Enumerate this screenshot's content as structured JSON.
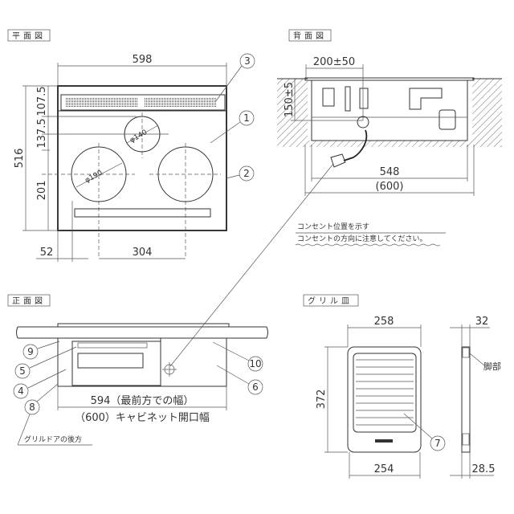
{
  "plan_view": {
    "title": "平面図",
    "width": "598",
    "depth": "516",
    "rear_offset": "107.5",
    "mid_offset": "137.5",
    "front_offset": "201",
    "left_offset": "52",
    "burner_pitch": "304",
    "small_burner": "φ140",
    "large_burner": "φ190",
    "callouts": [
      "3",
      "1",
      "2"
    ]
  },
  "back_view": {
    "title": "背面図",
    "outlet_horizontal": "200±50",
    "outlet_vertical": "150±5",
    "body_width": "548",
    "cabinet_width": "(600)",
    "note_1": "コンセント位置を示す",
    "note_2": "コンセントの方向に注意してください。"
  },
  "front_view": {
    "title": "正面図",
    "front_width": "594（最前方での幅）",
    "cabinet_opening": "（600）キャビネット開口幅",
    "grill_door_note": "グリルドアの後方",
    "callouts": [
      "9",
      "5",
      "4",
      "8",
      "10",
      "6"
    ]
  },
  "grill_plate": {
    "title": "グリル皿",
    "top_width": "258",
    "height": "372",
    "bottom_width": "254",
    "side_top": "32",
    "side_bottom": "28.5",
    "leg_label": "脚部",
    "callout": "7"
  }
}
